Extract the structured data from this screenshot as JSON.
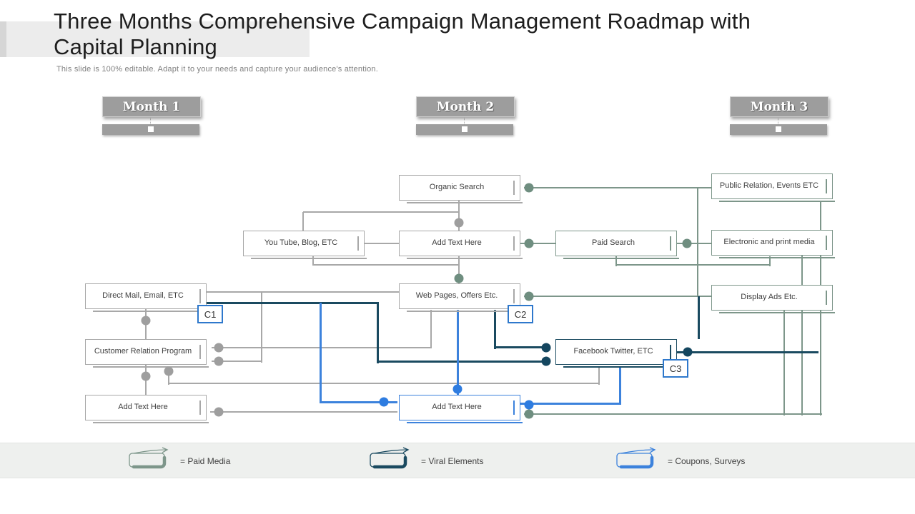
{
  "slide": {
    "title": "Three Months Comprehensive Campaign Management Roadmap with Capital Planning",
    "subtitle": "This slide is 100% editable. Adapt it to your needs and capture your audience's attention."
  },
  "months": [
    {
      "label": "Month 1"
    },
    {
      "label": "Month 2"
    },
    {
      "label": "Month 3"
    }
  ],
  "nodes": [
    {
      "id": "organic-search",
      "label": "Organic Search",
      "category": "neutral"
    },
    {
      "id": "youtube-blog",
      "label": "You Tube, Blog, ETC",
      "category": "neutral"
    },
    {
      "id": "add-text-middle",
      "label": "Add Text Here",
      "category": "neutral"
    },
    {
      "id": "paid-search",
      "label": "Paid Search",
      "category": "paid"
    },
    {
      "id": "public-relation",
      "label": "Public Relation, Events ETC",
      "category": "paid"
    },
    {
      "id": "electronic-print",
      "label": "Electronic and print media",
      "category": "paid"
    },
    {
      "id": "direct-mail",
      "label": "Direct Mail, Email, ETC",
      "category": "neutral"
    },
    {
      "id": "web-pages",
      "label": "Web Pages, Offers Etc.",
      "category": "neutral"
    },
    {
      "id": "display-ads",
      "label": "Display Ads Etc.",
      "category": "paid"
    },
    {
      "id": "customer-relation",
      "label": "Customer Relation Program",
      "category": "neutral"
    },
    {
      "id": "facebook-twitter",
      "label": "Facebook Twitter, ETC",
      "category": "viral"
    },
    {
      "id": "add-text-bottom-left",
      "label": "Add Text Here",
      "category": "neutral"
    },
    {
      "id": "add-text-bottom-middle",
      "label": "Add Text Here",
      "category": "coupon"
    }
  ],
  "connectors": [
    {
      "label": "C1"
    },
    {
      "label": "C2"
    },
    {
      "label": "C3"
    }
  ],
  "legend": {
    "items": [
      {
        "label": "= Paid Media",
        "type": "paid"
      },
      {
        "label": "= Viral Elements",
        "type": "viral"
      },
      {
        "label": "= Coupons, Surveys",
        "type": "coupon"
      }
    ]
  },
  "colors": {
    "paid": "#7d968a",
    "viral": "#1a4a60",
    "coupon": "#3c82dc",
    "neutral": "#a8a8a8",
    "month_fill": "#9d9d9d"
  }
}
